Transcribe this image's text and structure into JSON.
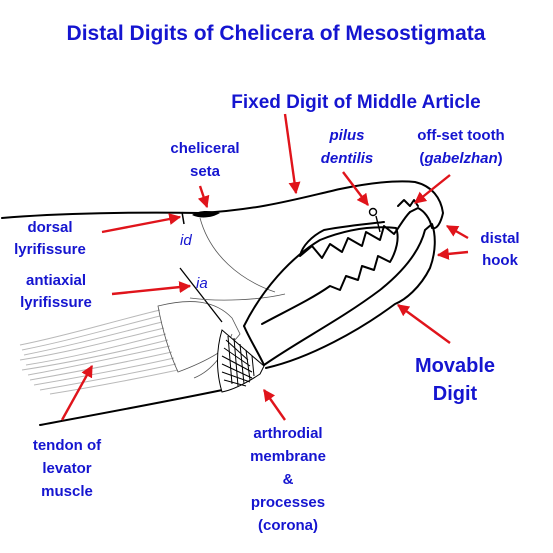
{
  "title": "Distal Digits of Chelicera of Mesostigmata",
  "labels": {
    "fixed_digit": "Fixed Digit of Middle Article",
    "pilus_line1": "pilus",
    "pilus_line2": "dentilis",
    "offset_line1": "off-set tooth",
    "offset_open": "(",
    "offset_word": "gabelzhan",
    "offset_close": ")",
    "cheliceral_line1": "cheliceral",
    "cheliceral_line2": "seta",
    "dorsal_line1": "dorsal",
    "dorsal_line2": "lyrifissure",
    "id_abbr": "id",
    "antiaxial_line1": "antiaxial",
    "antiaxial_line2": "lyrifissure",
    "ia_abbr": "ia",
    "distal_line1": "distal",
    "distal_line2": "hook",
    "movable_line1": "Movable",
    "movable_line2": "Digit",
    "tendon_line1": "tendon of",
    "tendon_line2": "levator",
    "tendon_line3": "muscle",
    "arthrodial_line1": "arthrodial",
    "arthrodial_line2": "membrane",
    "arthrodial_line3": "&",
    "arthrodial_line4": "processes",
    "arthrodial_line5": "(corona)"
  },
  "colors": {
    "label_blue": "#1515d0",
    "arrow_red": "#e0141b",
    "outline": "#000000"
  }
}
